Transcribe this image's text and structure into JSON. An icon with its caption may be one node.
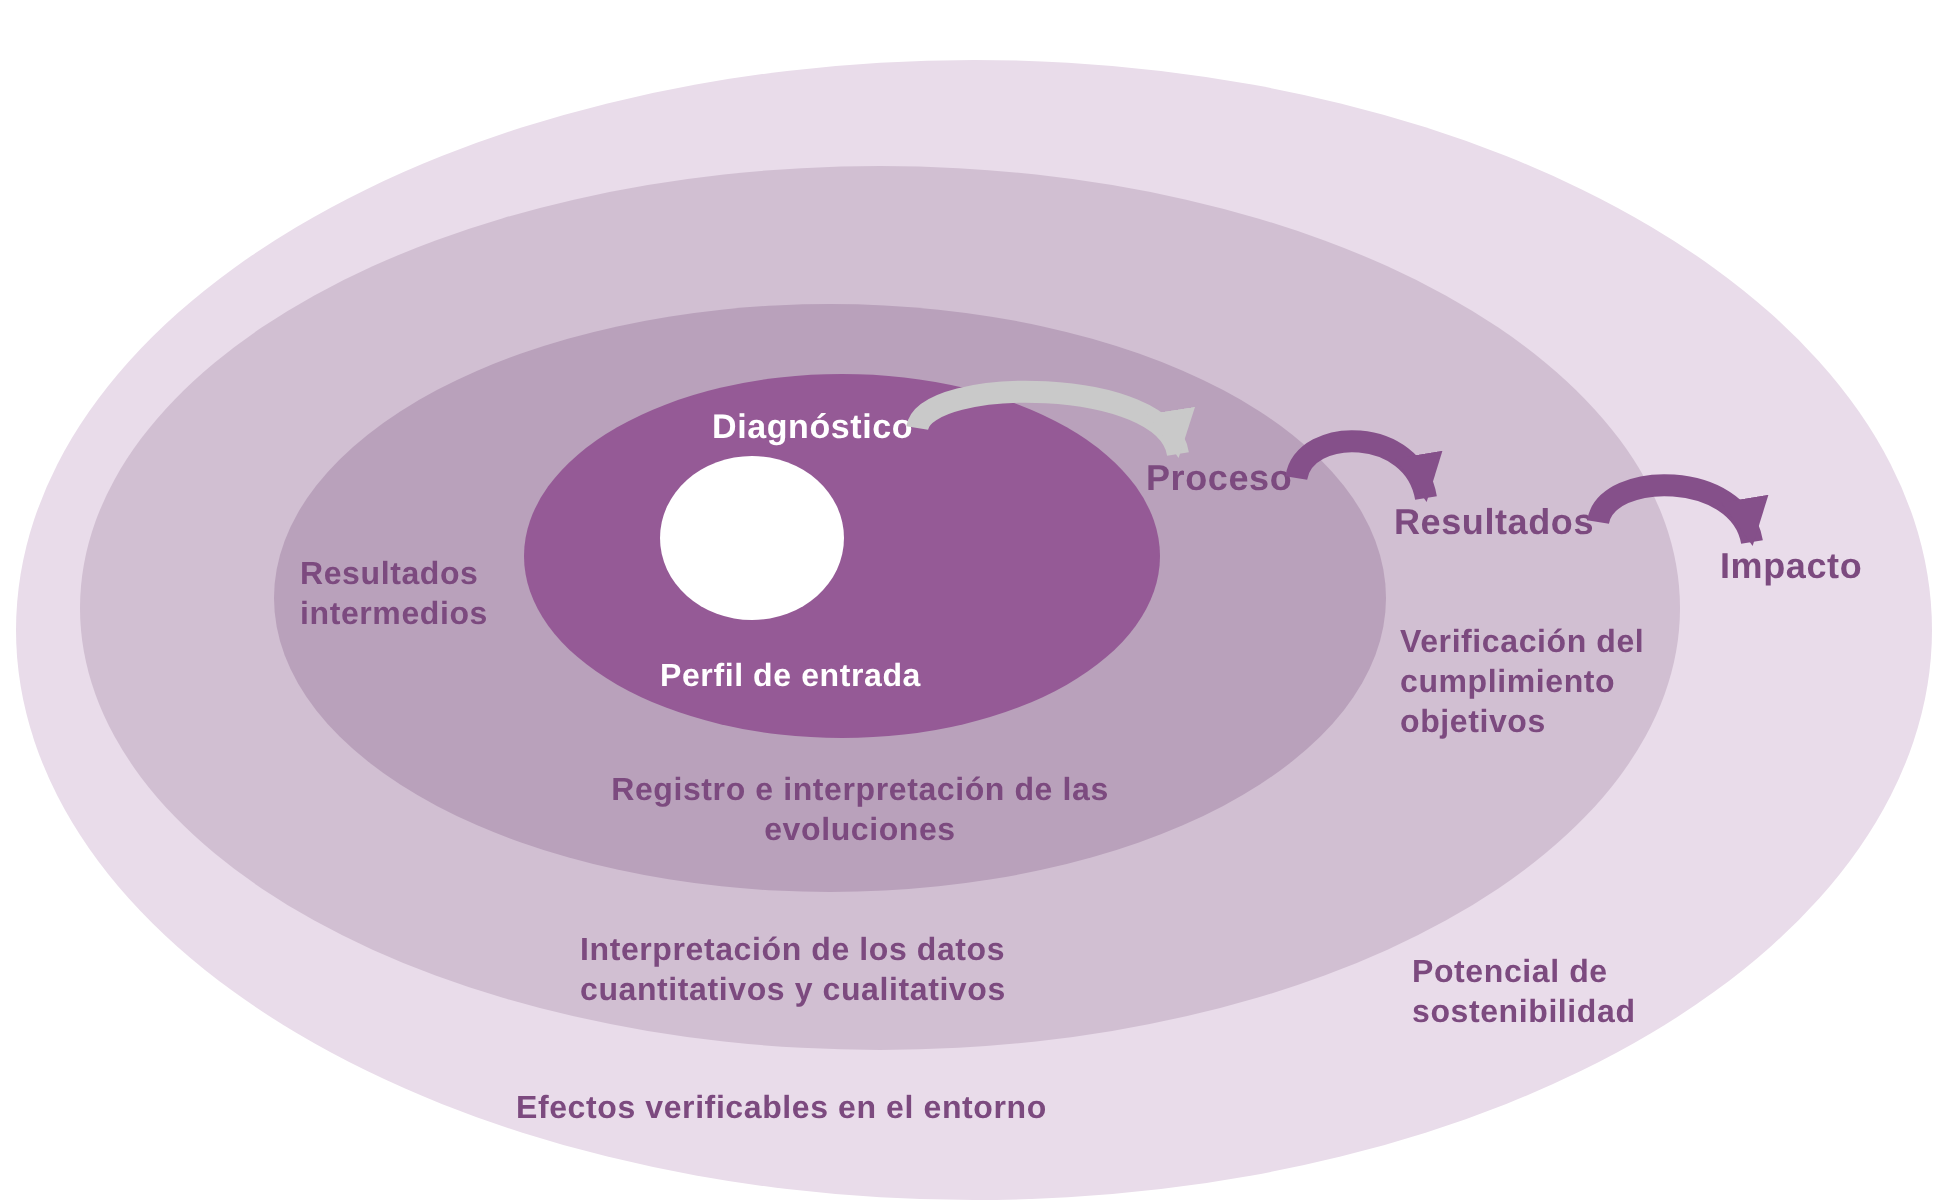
{
  "diagram": {
    "nodes": [
      {
        "text": [
          "Efectos verificables en el entorno"
        ]
      },
      {
        "text": [
          "Verificación del cumplimiento objetivos",
          "Interpretación de los datos cuantitativos y cualitativos"
        ],
        "in": 0
      },
      {
        "text": [
          "Resultados intermedios",
          "Registro e interpretación de las evoluciones"
        ],
        "in": 1
      },
      {
        "text": [
          "Perfil de entrada"
        ],
        "in": 2
      },
      {
        "text": [],
        "shape": "circle",
        "in": 3
      },
      {
        "text": [
          "Diagnóstico"
        ],
        "in": 3
      },
      {
        "text": [
          "Proceso"
        ],
        "in": 2
      },
      {
        "text": [
          "Resultados"
        ],
        "in": 1
      },
      {
        "text": [
          "Impacto"
        ],
        "in": 0
      }
    ],
    "edges": [
      {
        "from": 5,
        "to": 6,
        "arrow": "to",
        "color": "#c9c9c9"
      },
      {
        "from": 6,
        "to": 7,
        "arrow": "to"
      },
      {
        "from": 7,
        "to": 8,
        "arrow": "to"
      }
    ],
    "labels": [
      "Potencial de sostenibilidad"
    ]
  }
}
